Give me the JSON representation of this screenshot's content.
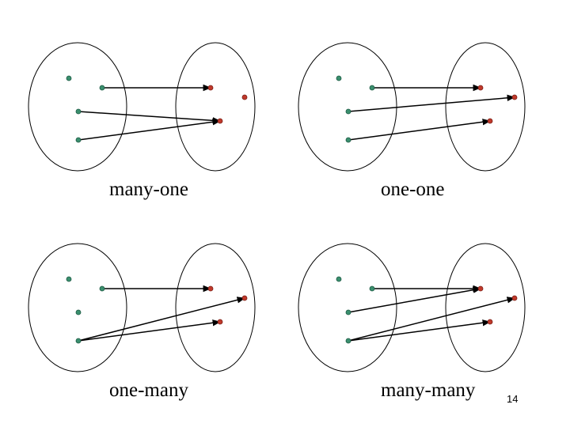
{
  "slide": {
    "page_number": "14",
    "colors": {
      "domain_dot": "#3a8f6e",
      "codomain_dot": "#c0392b",
      "arrow": "#000000",
      "ellipse": "#000000"
    },
    "diagrams": [
      {
        "id": "many-one",
        "label": "many-one",
        "arrows": [
          [
            1,
            0
          ],
          [
            2,
            2
          ],
          [
            3,
            2
          ]
        ]
      },
      {
        "id": "one-one",
        "label": "one-one",
        "arrows": [
          [
            1,
            0
          ],
          [
            2,
            1
          ],
          [
            3,
            2
          ]
        ]
      },
      {
        "id": "one-many",
        "label": "one-many",
        "arrows": [
          [
            1,
            0
          ],
          [
            3,
            1
          ],
          [
            3,
            2
          ]
        ]
      },
      {
        "id": "many-many",
        "label": "many-many",
        "arrows": [
          [
            1,
            0
          ],
          [
            2,
            0
          ],
          [
            3,
            1
          ],
          [
            3,
            2
          ]
        ]
      }
    ]
  }
}
